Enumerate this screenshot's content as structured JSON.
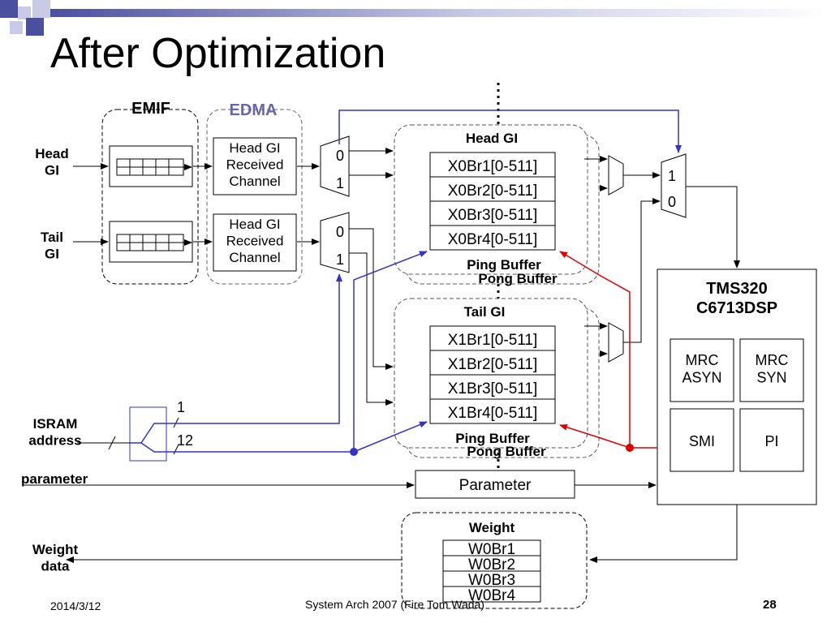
{
  "slide": {
    "title": "After Optimization",
    "footer_date": "2014/3/12",
    "footer_center": "System Arch 2007  (Fire Tom Wada)",
    "page_number": "28"
  },
  "colors": {
    "blue_wire": "#3333cc",
    "red_wire": "#e00000",
    "edma_text": "#6666aa",
    "deco_dark": "#4b4fa0",
    "deco_light": "#c9cbe6"
  },
  "diagram": {
    "inputs": {
      "head_gi": "Head\nGI",
      "tail_gi": "Tail\nGI",
      "isram_address": "ISRAM\naddress",
      "parameter": "parameter",
      "weight_data": "Weight\ndata"
    },
    "emif_label": "EMIF",
    "edma_label": "EDMA",
    "edma_channels": [
      "Head GI\nReceived\nChannel",
      "Head GI\nReceived\nChannel"
    ],
    "mux_labels": {
      "mux1": [
        "0",
        "1"
      ],
      "mux2": [
        "0",
        "1"
      ],
      "mux_out": [
        "1",
        "0"
      ],
      "isram": [
        "1",
        "12"
      ]
    },
    "head_gi": {
      "title": "Head GI",
      "buffers": [
        "X0Br1[0-511]",
        "X0Br2[0-511]",
        "X0Br3[0-511]",
        "X0Br4[0-511]"
      ],
      "ping": "Ping Buffer",
      "pong": "Pong Buffer"
    },
    "tail_gi": {
      "title": "Tail GI",
      "buffers": [
        "X1Br1[0-511]",
        "X1Br2[0-511]",
        "X1Br3[0-511]",
        "X1Br4[0-511]"
      ],
      "ping": "Ping Buffer",
      "pong": "Pong Buffer"
    },
    "parameter_box": "Parameter",
    "weight": {
      "title": "Weight",
      "buffers": [
        "W0Br1",
        "W0Br2",
        "W0Br3",
        "W0Br4"
      ]
    },
    "dsp": {
      "title": "TMS320\nC6713DSP",
      "blocks": [
        "MRC\nASYN",
        "MRC\nSYN",
        "SMI",
        "PI"
      ]
    }
  }
}
